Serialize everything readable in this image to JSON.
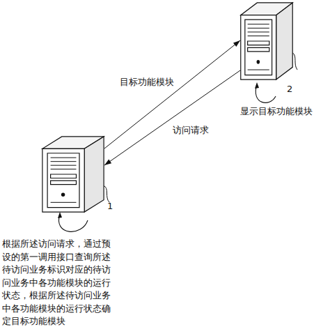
{
  "diagram": {
    "nodes": [
      {
        "text": [
          "2"
        ]
      },
      {
        "text": [
          "1"
        ]
      }
    ],
    "edges": [
      {
        "from": 1,
        "to": 0,
        "label": "目标功能模块",
        "arrow": "to"
      },
      {
        "from": 0,
        "to": 1,
        "label": "访问请求",
        "arrow": "to"
      }
    ],
    "labels": [
      "显示目标功能模块",
      "根据所述访问请求，通过预设的第一调用接口查询所述待访问业务标识对应的待访问业务中各功能模块的运行状态，根据所述待访问业务中各功能模块的运行状态确定目标功能模块"
    ]
  }
}
